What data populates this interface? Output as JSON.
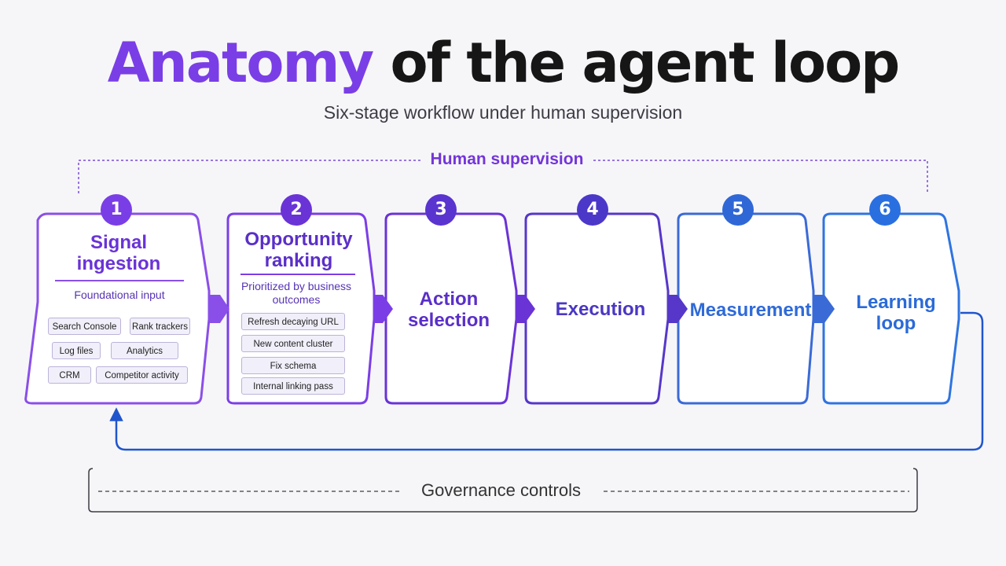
{
  "title": {
    "accent": "Anatomy",
    "rest": "of the agent loop"
  },
  "subtitle": "Six-stage workflow under human supervision",
  "supervision_label": "Human supervision",
  "governance_label": "Governance controls",
  "stages": [
    {
      "number": "1",
      "title": "Signal ingestion",
      "subtitle": "Foundational input",
      "chips": [
        "Search Console",
        "Rank trackers",
        "Log files",
        "Analytics",
        "CRM",
        "Competitor activity"
      ]
    },
    {
      "number": "2",
      "title": "Opportunity ranking",
      "subtitle": "Prioritized by business outcomes",
      "chips": [
        "Refresh decaying URL",
        "New content cluster",
        "Fix schema",
        "Internal linking pass"
      ]
    },
    {
      "number": "3",
      "title": "Action selection"
    },
    {
      "number": "4",
      "title": "Execution"
    },
    {
      "number": "5",
      "title": "Measurement"
    },
    {
      "number": "6",
      "title": "Learning loop"
    }
  ],
  "colors": {
    "purple": "#7a3ee6",
    "violet": "#6a33d6",
    "indigo": "#5637c9",
    "blue": "#3a6ad6",
    "brightblue": "#2f74e0",
    "loop": "#1f55cc"
  }
}
